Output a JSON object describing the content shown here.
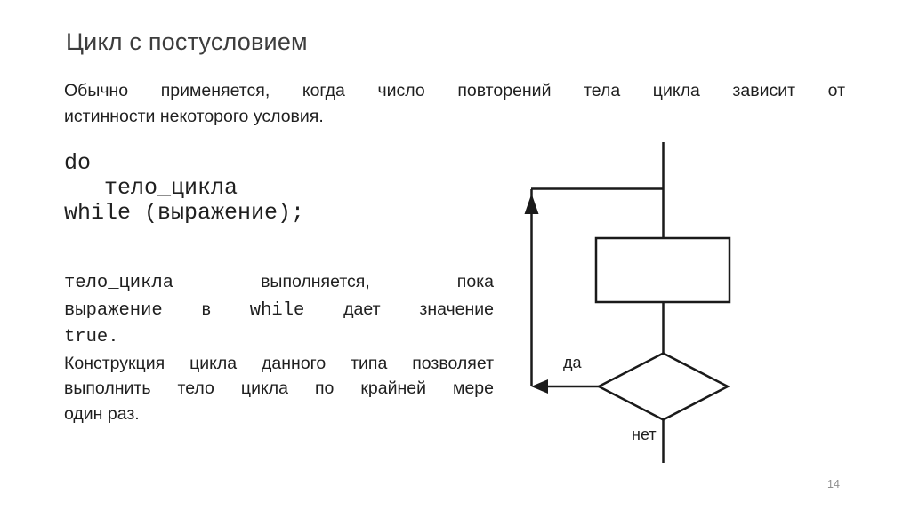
{
  "slide": {
    "title": "Цикл с постусловием",
    "intro_lines": [
      {
        "justify": true,
        "segments": [
          {
            "t": "Обычно применяется, когда число повторений тела цикла зависит от",
            "mono": false
          }
        ]
      },
      {
        "justify": false,
        "segments": [
          {
            "t": "истинности некоторого условия.",
            "mono": false
          }
        ]
      }
    ],
    "code_lines": [
      "do",
      "   тело_цикла",
      "while (выражение);"
    ],
    "description_lines": [
      {
        "justify": true,
        "segments": [
          {
            "t": "тело_цикла",
            "mono": true
          },
          {
            "t": "выполняется,",
            "mono": false
          },
          {
            "t": "пока",
            "mono": false
          }
        ]
      },
      {
        "justify": true,
        "segments": [
          {
            "t": "выражение",
            "mono": true
          },
          {
            "t": "в",
            "mono": false
          },
          {
            "t": "while",
            "mono": true
          },
          {
            "t": "дает",
            "mono": false
          },
          {
            "t": "значение",
            "mono": false
          }
        ]
      },
      {
        "justify": false,
        "segments": [
          {
            "t": "true.",
            "mono": true
          }
        ]
      },
      {
        "justify": true,
        "segments": [
          {
            "t": "Конструкция цикла данного типа позволяет",
            "mono": false
          }
        ]
      },
      {
        "justify": true,
        "segments": [
          {
            "t": "выполнить тело цикла по крайней мере",
            "mono": false
          }
        ]
      },
      {
        "justify": false,
        "segments": [
          {
            "t": "один раз.",
            "mono": false
          }
        ]
      }
    ],
    "page_number": "14"
  },
  "flowchart": {
    "yes_label": "да",
    "no_label": "нет"
  },
  "colors": {
    "background": "#ffffff",
    "title_text": "#3d3d3d",
    "body_text": "#1f1f1f",
    "flow_line": "#1a1a1a",
    "page_number": "#8f8f8f"
  }
}
